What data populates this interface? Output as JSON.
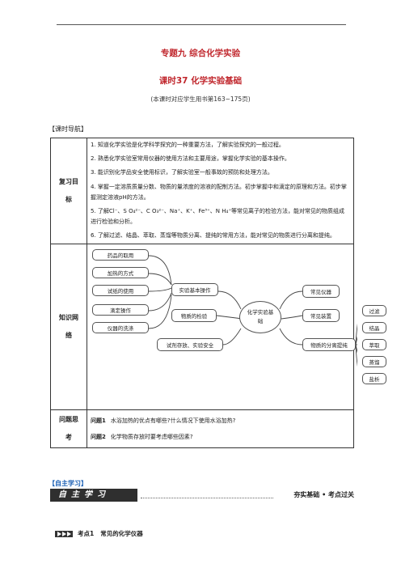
{
  "header": {
    "title": "专题九  综合化学实验",
    "subtitle": "课时37  化学实验基础",
    "note": "(本课时对应学生用书第163~175页)"
  },
  "section_label": "【课时导航】",
  "table": {
    "review_heading_1": "复习目",
    "review_heading_2": "标",
    "goals": [
      "1. 知道化学实验是化学科学探究的一种重要方法，了解实验探究的一般过程。",
      "2. 熟悉化学实验室常用仪器的使用方法和主要用途，掌握化学实验的基本操作。",
      "3. 能识别化学品安全使用标识，了解实验室一般事故的预防和处理方法。",
      "4. 掌握一定溶质质量分数、物质的量浓度的溶液的配制方法。初步掌握中和滴定的原理和方法。初步掌握测定溶液pH的方法。",
      "5. 了解Cl⁻、S O₄²⁻、C O₃²⁻、Na⁺、K⁺、Fe³⁺、N H₄⁺等常见离子的检验方法，能对常见的物质组成进行检验和分析。",
      "6. 了解过滤、结晶、萃取、蒸馏等物质分离、提纯的常用方法，能对常见的物质进行分离和提纯。"
    ],
    "network_heading_1": "知识网",
    "network_heading_2": "络",
    "map": {
      "center": "化学实验基础",
      "left_small": [
        "药品的取用",
        "加热的方式",
        "试纸的使用",
        "滴定操作",
        "仪器的洗涤"
      ],
      "basic_ops": "实验基本操作",
      "detection": "物质的检验",
      "storage": "试剂存放、实验安全",
      "instruments": "常见仪器",
      "apparatus": "常见装置",
      "separation": "物质的分离提纯",
      "right_small": [
        "过滤",
        "结晶",
        "萃取",
        "蒸馏",
        "盐析"
      ]
    },
    "question_heading_1": "问题思",
    "question_heading_2": "考",
    "questions": [
      {
        "num": "问题1",
        "text": "水浴加热的优点有哪些?什么情况下使用水浴加热?"
      },
      {
        "num": "问题2",
        "text": "化学物质存放时要考虑哪些因素?"
      }
    ]
  },
  "self_study_label": "【自主学习】",
  "banner": {
    "left": "自主学习",
    "right": "夯实基础 • 考点过关"
  },
  "point": {
    "label": "考点1",
    "title": "常见的化学仪器"
  }
}
